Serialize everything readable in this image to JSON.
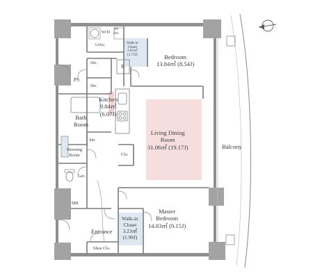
{
  "colors": {
    "wall": "#8f8f8f",
    "column": "#a3a3a3",
    "line": "#7a7a7a",
    "living_floor": "#f7dede",
    "closet_fill": "#dfe7f1",
    "text": "#3a3a3a"
  },
  "compass_icon": "north-arrow-icon",
  "rooms": {
    "wd": "W/D",
    "ps_small": [
      "PS",
      "Sto."
    ],
    "utility": "Utility",
    "walkin_top": [
      "Walk-in",
      "Closet",
      "2.81㎡",
      "(1.73J)"
    ],
    "bedroom": [
      "Bedroom",
      "13.84㎡  (8.54J)"
    ],
    "sto_1": "Sto.",
    "fridge": "R",
    "ps": "PS",
    "sto_2": "Sto.",
    "kitchen": [
      "Kitchen",
      "9.84㎡",
      "(6.07J)"
    ],
    "bath": [
      "Bath",
      "Room"
    ],
    "sto_3": "Sto.",
    "dressing": [
      "Dressing",
      "Room"
    ],
    "living": [
      "Living Dining",
      "Room",
      "31.06㎡  (19.17J)"
    ],
    "balcony": "Balcony",
    "clo": "Clo.",
    "lav": "Lav.",
    "mb": "MB",
    "master": [
      "Master",
      "Bedroom",
      "14.83㎡  (9.15J)"
    ],
    "walkin_bottom": [
      "Walk-in",
      "Closet",
      "3.23㎡",
      "(1.99J)"
    ],
    "entrance": "Entrance",
    "shoe": "Shoe Clo."
  }
}
